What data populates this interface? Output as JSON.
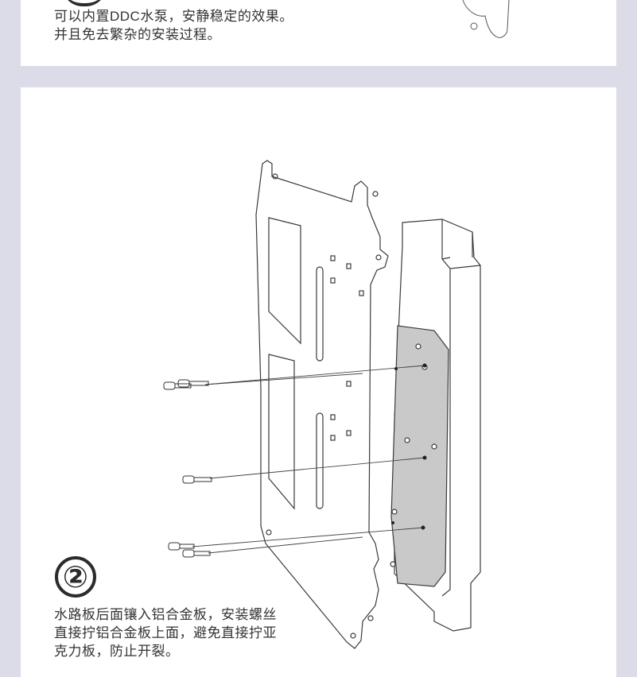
{
  "top_section": {
    "lines": [
      "可以内置DDC水泵，安静稳定的效果。",
      "并且免去繁杂的安装过程。"
    ]
  },
  "main_section": {
    "step_number": "②",
    "lines": [
      "水路板后面镶入铝合金板，安装螺丝",
      "直接拧铝合金板上面，避免直接拧亚",
      "克力板，防止开裂。"
    ]
  }
}
